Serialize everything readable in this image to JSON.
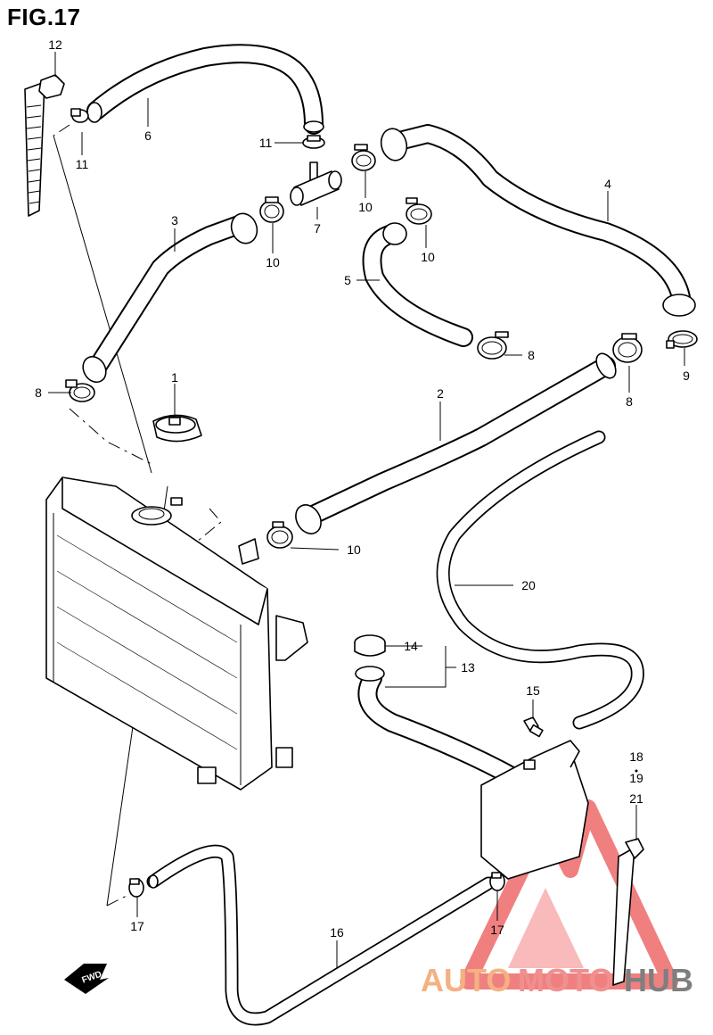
{
  "figure": {
    "title": "FIG.17"
  },
  "callouts": [
    {
      "id": "c12",
      "text": "12"
    },
    {
      "id": "c6",
      "text": "6"
    },
    {
      "id": "c11a",
      "text": "11"
    },
    {
      "id": "c11b",
      "text": "11"
    },
    {
      "id": "c4",
      "text": "4"
    },
    {
      "id": "c10a",
      "text": "10"
    },
    {
      "id": "c7",
      "text": "7"
    },
    {
      "id": "c3",
      "text": "3"
    },
    {
      "id": "c10b",
      "text": "10"
    },
    {
      "id": "c10c",
      "text": "10"
    },
    {
      "id": "c5",
      "text": "5"
    },
    {
      "id": "c8a",
      "text": "8"
    },
    {
      "id": "c8b",
      "text": "8"
    },
    {
      "id": "c9",
      "text": "9"
    },
    {
      "id": "c1",
      "text": "1"
    },
    {
      "id": "c8c",
      "text": "8"
    },
    {
      "id": "c2",
      "text": "2"
    },
    {
      "id": "c10d",
      "text": "10"
    },
    {
      "id": "c20",
      "text": "20"
    },
    {
      "id": "c14",
      "text": "14"
    },
    {
      "id": "c13",
      "text": "13"
    },
    {
      "id": "c15",
      "text": "15"
    },
    {
      "id": "c18",
      "text": "18"
    },
    {
      "id": "c19",
      "text": "19"
    },
    {
      "id": "c21",
      "text": "21"
    },
    {
      "id": "c17a",
      "text": "17"
    },
    {
      "id": "c17b",
      "text": "17"
    },
    {
      "id": "c16",
      "text": "16"
    }
  ],
  "fwd_badge": {
    "text": "FWD"
  },
  "watermark": {
    "part1": "AUTO",
    "part2": "MOTO",
    "part3": "HUB",
    "colors": {
      "auto": "#f4b183",
      "moto": "#f08f8f",
      "hub": "#7f7f7f",
      "triangle": "#ee6b6b"
    }
  }
}
